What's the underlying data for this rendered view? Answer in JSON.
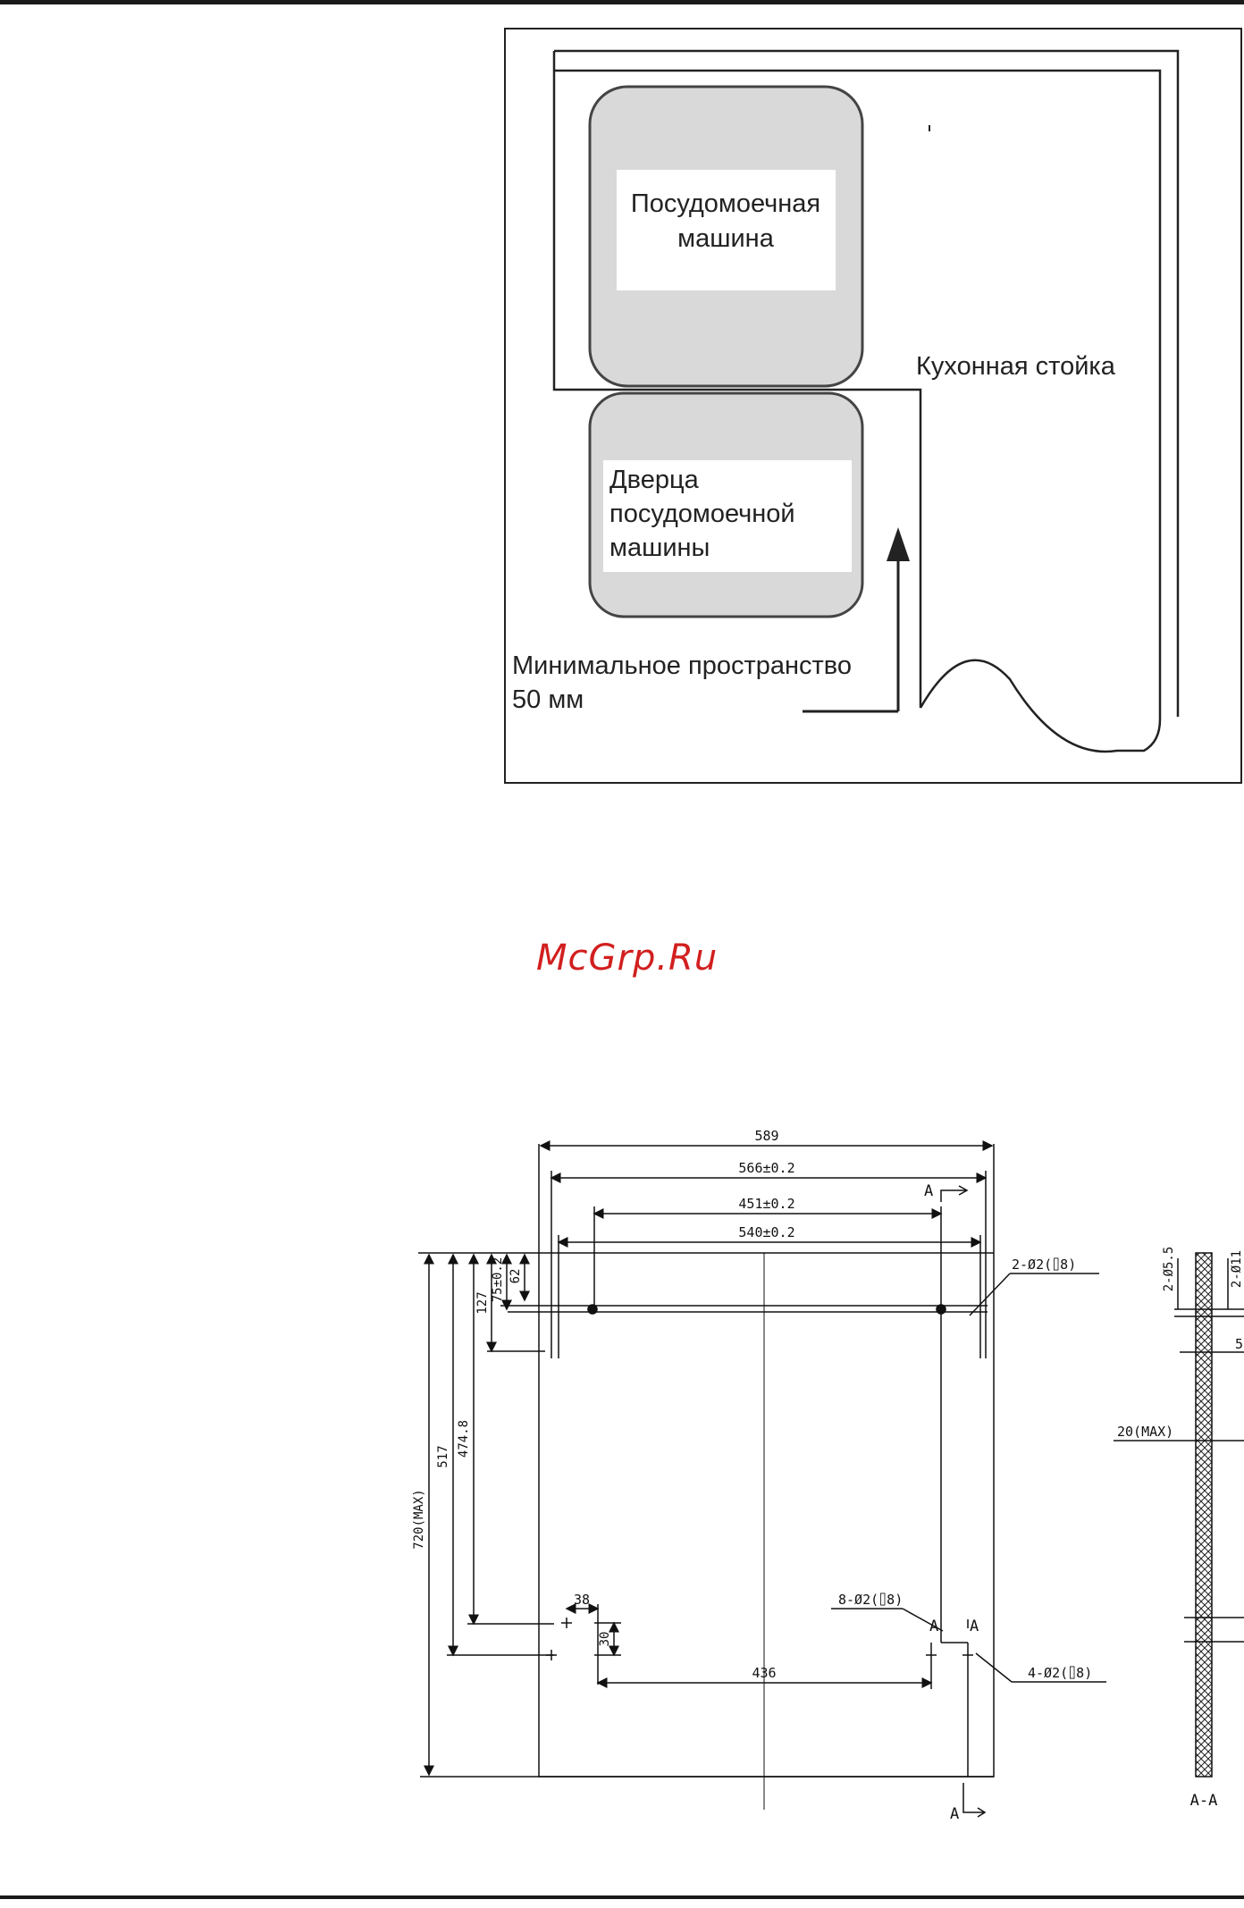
{
  "watermark": "McGrp.Ru",
  "installation_diagram": {
    "dishwasher_label_line1": "Посудомоечная",
    "dishwasher_label_line2": "машина",
    "door_label_line1": "Дверца",
    "door_label_line2": "посудомоечной",
    "door_label_line3": "машины",
    "counter_label": "Кухонная стойка",
    "min_space_line1": "Минимальное пространство",
    "min_space_line2": "50 мм"
  },
  "drawing": {
    "dim_589": "589",
    "dim_566": "566±0.2",
    "dim_451": "451±0.2",
    "dim_540": "540±0.2",
    "dim_720": "720(MAX)",
    "dim_517": "517",
    "dim_474": "474.8",
    "dim_127": "127",
    "dim_75": "75±0.2",
    "dim_62": "62",
    "dim_38": "38",
    "dim_30": "30",
    "dim_436": "436",
    "hole_2": "2-Ø2(⌷8)",
    "hole_8": "8-Ø2(⌷8)",
    "hole_4": "4-Ø2(⌷8)",
    "sec_a": "A",
    "sec_aa": "A-A",
    "side_d55": "2-Ø5.5",
    "side_d11": "2-Ø11",
    "side_5": "5",
    "side_20": "20(MAX)"
  },
  "colors": {
    "panel_fill": "#d9d9d9",
    "watermark": "#d21f1f"
  }
}
